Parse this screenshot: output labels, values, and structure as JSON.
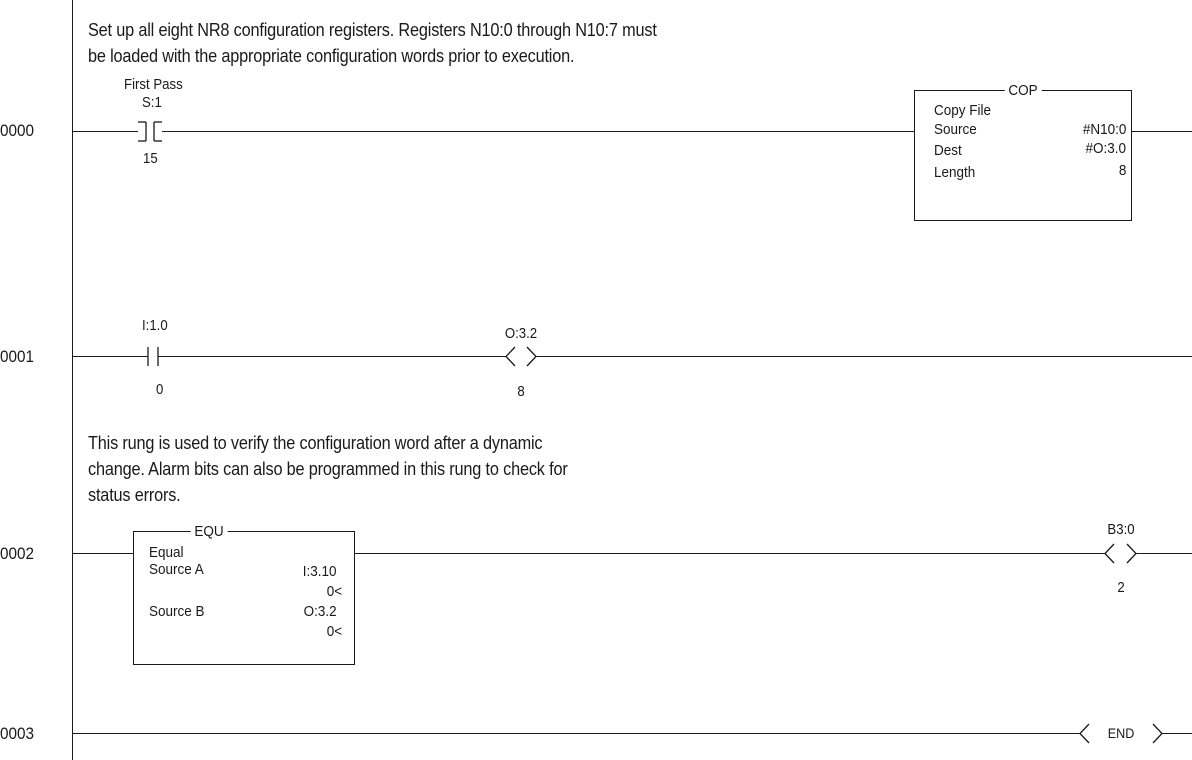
{
  "diagram": "ladder-logic",
  "rungs": [
    {
      "number": "0000",
      "comment": [
        "Set up all eight NR8 configuration registers. Registers N10:0 through N10:7 must",
        "be loaded with the appropriate configuration words prior to execution."
      ],
      "contact": {
        "label": "First Pass",
        "address": "S:1",
        "bit": "15",
        "type": "XIC"
      },
      "instruction": {
        "mnemonic": "COP",
        "name": "Copy File",
        "params": [
          {
            "label": "Source",
            "value": "#N10:0"
          },
          {
            "label": "Dest",
            "value": "#O:3.0"
          },
          {
            "label": "Length",
            "value": "8"
          }
        ]
      }
    },
    {
      "number": "0001",
      "contact": {
        "address": "I:1.0",
        "bit": "0",
        "type": "XIC"
      },
      "coil": {
        "address": "O:3.2",
        "bit": "8",
        "type": "OTE"
      }
    },
    {
      "number": "0002",
      "comment": [
        "This rung is used to verify the configuration word after a dynamic",
        "change. Alarm bits can also be programmed in this rung to check for",
        "status errors."
      ],
      "instruction": {
        "mnemonic": "EQU",
        "name": "Equal",
        "params": [
          {
            "label": "Source A",
            "value": "I:3.10",
            "sub": "0<"
          },
          {
            "label": "Source B",
            "value": "O:3.2",
            "sub": "0<"
          }
        ]
      },
      "coil": {
        "address": "B3:0",
        "bit": "2",
        "type": "OTE"
      }
    },
    {
      "number": "0003",
      "end_label": "END"
    }
  ]
}
